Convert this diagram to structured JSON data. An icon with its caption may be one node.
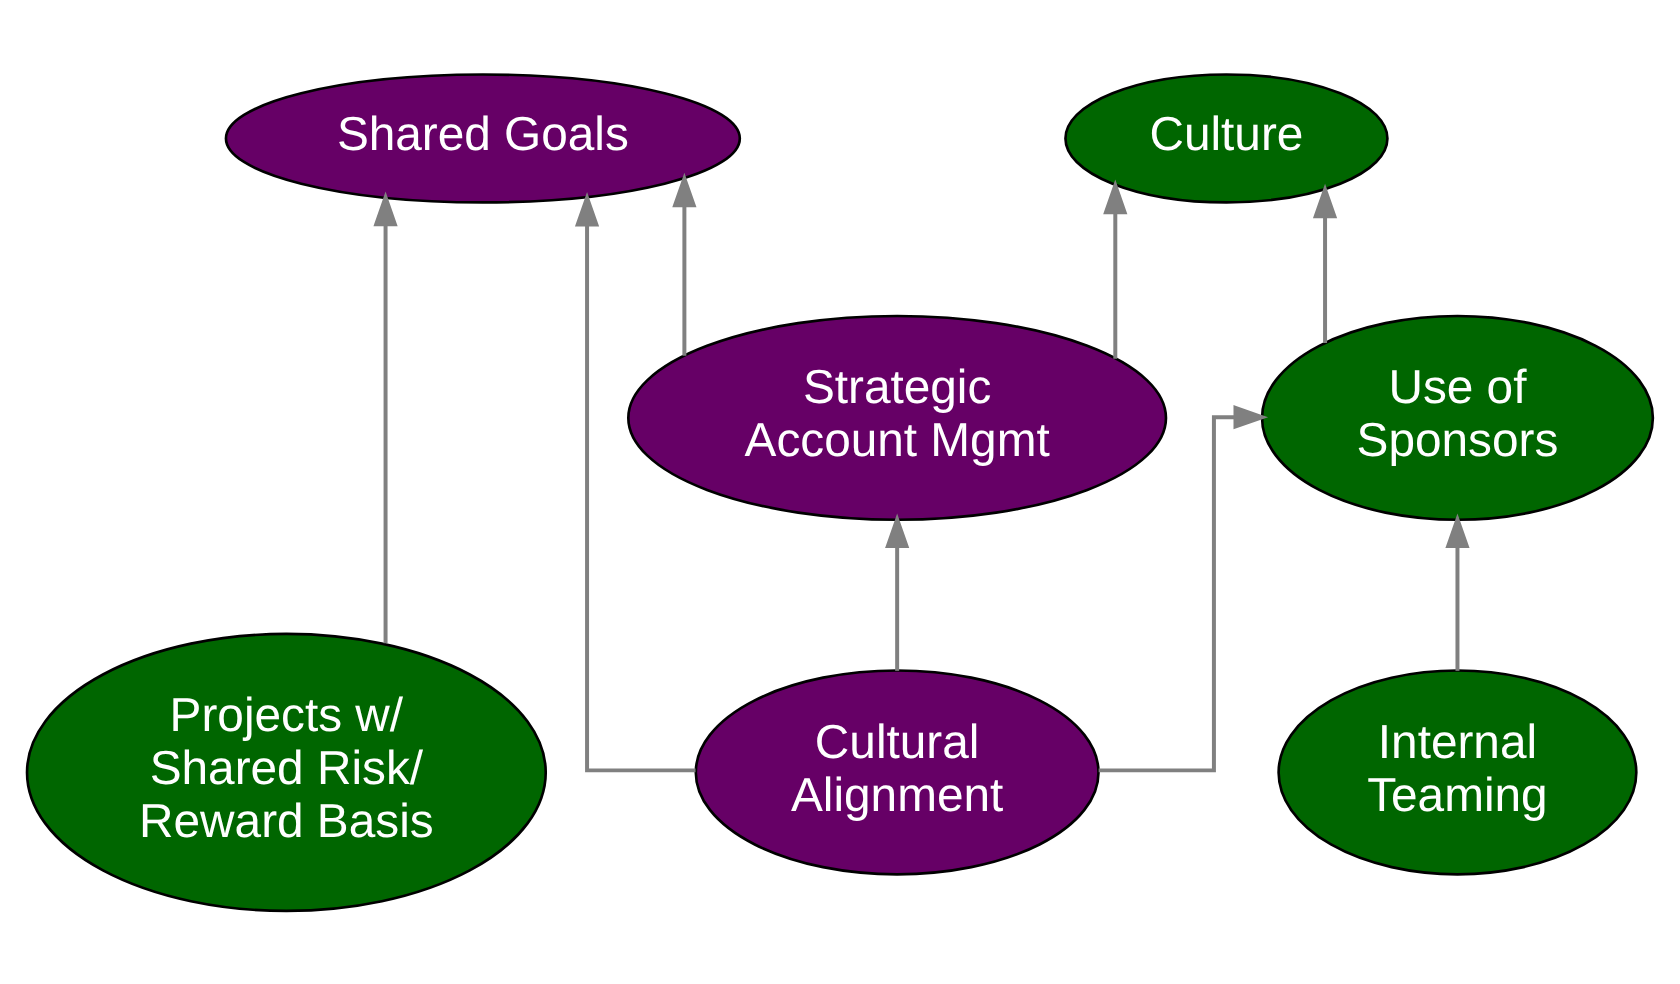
{
  "diagram": {
    "nodes": [
      {
        "text": [
          "Shared Goals"
        ]
      },
      {
        "text": [
          "Culture"
        ]
      },
      {
        "text": [
          "Strategic Account Mgmt"
        ]
      },
      {
        "text": [
          "Use of Sponsors"
        ]
      },
      {
        "text": [
          "Projects w/ Shared Risk/ Reward Basis"
        ]
      },
      {
        "text": [
          "Cultural Alignment"
        ]
      },
      {
        "text": [
          "Internal Teaming"
        ]
      }
    ],
    "edges": [
      {
        "from": 2,
        "to": 1,
        "arrow": "to"
      },
      {
        "from": 2,
        "to": 0,
        "arrow": "to"
      },
      {
        "from": 3,
        "to": 1,
        "arrow": "to"
      },
      {
        "from": 4,
        "to": 0,
        "arrow": "to"
      },
      {
        "from": 5,
        "to": 0,
        "arrow": "to"
      },
      {
        "from": 5,
        "to": 2,
        "arrow": "to"
      },
      {
        "from": 5,
        "to": 3,
        "arrow": "to"
      },
      {
        "from": 6,
        "to": 3,
        "arrow": "to"
      }
    ]
  }
}
